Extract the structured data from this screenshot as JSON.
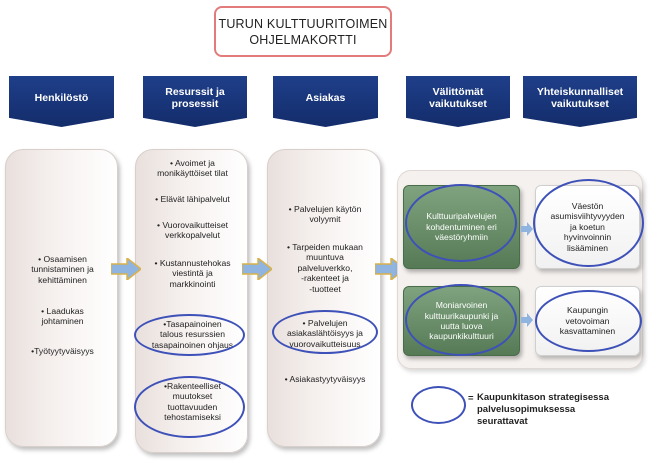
{
  "title": {
    "line1": "TURUN KULTTUURITOIMEN",
    "line2": "OHJELMAKORTTI"
  },
  "headers": [
    {
      "line1": "Henkilöstö",
      "line2": ""
    },
    {
      "line1": "Resurssit ja",
      "line2": "prosessit"
    },
    {
      "line1": "Asiakas",
      "line2": ""
    },
    {
      "line1": "Välittömät",
      "line2": "vaikutukset"
    },
    {
      "line1": "Yhteiskunnalliset",
      "line2": "vaikutukset"
    }
  ],
  "henkilosto_items": [
    {
      "lines": [
        "• Osaamisen",
        "tunnistaminen ja",
        "kehittäminen"
      ]
    },
    {
      "lines": [
        "• Laadukas",
        "johtaminen"
      ]
    },
    {
      "lines": [
        "•Työtyytyväisyys"
      ]
    }
  ],
  "resurssit_items": [
    {
      "lines": [
        "• Avoimet ja",
        "monikäyttöiset tilat"
      ]
    },
    {
      "lines": [
        "• Elävät lähipalvelut"
      ]
    },
    {
      "lines": [
        "• Vuorovaikutteiset",
        "verkkopalvelut"
      ]
    },
    {
      "lines": [
        "• Kustannustehokas",
        "viestintä ja",
        "markkinointi"
      ]
    },
    {
      "lines": [
        "•Tasapainoinen",
        "talous resurssien",
        "tasapainoinen ohjaus"
      ]
    },
    {
      "lines": [
        "•Rakenteelliset",
        "muutokset",
        "tuottavuuden",
        "tehostamiseksi"
      ]
    }
  ],
  "asiakas_items": [
    {
      "lines": [
        "• Palvelujen käytön",
        "volyymit"
      ]
    },
    {
      "lines": [
        "• Tarpeiden mukaan",
        "muuntuva",
        "palveluverkko,",
        "-rakenteet ja",
        "-tuotteet"
      ]
    },
    {
      "lines": [
        "• Palvelujen",
        "asiakaslähtöisyys ja",
        "vuorovaikutteisuus"
      ]
    },
    {
      "lines": [
        "• Asiakastyytyväisyys"
      ]
    }
  ],
  "valittomat": [
    {
      "lines": [
        "Kulttuuripalvelujen",
        "kohdentuminen eri",
        "väestöryhmiin"
      ]
    },
    {
      "lines": [
        "Moniarvoinen",
        "kulttuurikaupunki ja",
        "uutta luova",
        "kaupunkikulttuuri"
      ]
    }
  ],
  "yhteiskunnalliset": [
    {
      "lines": [
        "Väestön",
        "asumisviihtyvyyden",
        "ja koetun",
        "hyvinvoinnin",
        "lisääminen"
      ]
    },
    {
      "lines": [
        "Kaupungin",
        "vetovoiman",
        "kasvattaminen"
      ]
    }
  ],
  "legend": {
    "eq": "=",
    "lines": [
      "Kaupunkitason strategisessa",
      "palvelusopimuksessa",
      "seurattavat"
    ]
  },
  "colors": {
    "header": "#1f3f8a",
    "title_border": "#e27b7b",
    "ellipse": "#3e51b8",
    "green": "#6b8f6b",
    "arrow": "#8fb4e0"
  }
}
